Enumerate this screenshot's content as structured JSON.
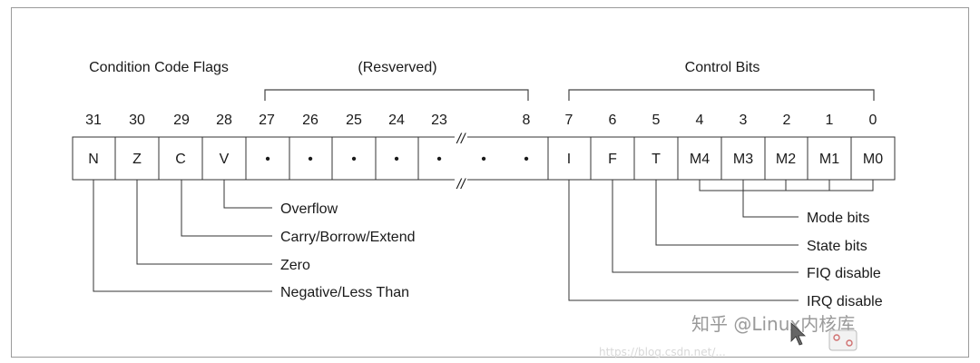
{
  "groups": {
    "condition": "Condition Code Flags",
    "reserved": "(Resverved)",
    "control": "Control Bits"
  },
  "bit_numbers": [
    "31",
    "30",
    "29",
    "28",
    "27",
    "26",
    "25",
    "24",
    "23",
    "8",
    "7",
    "6",
    "5",
    "4",
    "3",
    "2",
    "1",
    "0"
  ],
  "cells": [
    "N",
    "Z",
    "C",
    "V",
    "•",
    "•",
    "•",
    "•",
    "•",
    "•",
    "•",
    "I",
    "F",
    "T",
    "M4",
    "M3",
    "M2",
    "M1",
    "M0"
  ],
  "break_mark": "//",
  "callouts": {
    "overflow": "Overflow",
    "carry": "Carry/Borrow/Extend",
    "zero": "Zero",
    "negative": "Negative/Less Than",
    "mode": "Mode bits",
    "state": "State bits",
    "fiq": "FIQ disable",
    "irq": "IRQ disable"
  },
  "watermark": {
    "brand": "知乎 @Linux内核库",
    "url": "https://blog.csdn.net/..."
  }
}
